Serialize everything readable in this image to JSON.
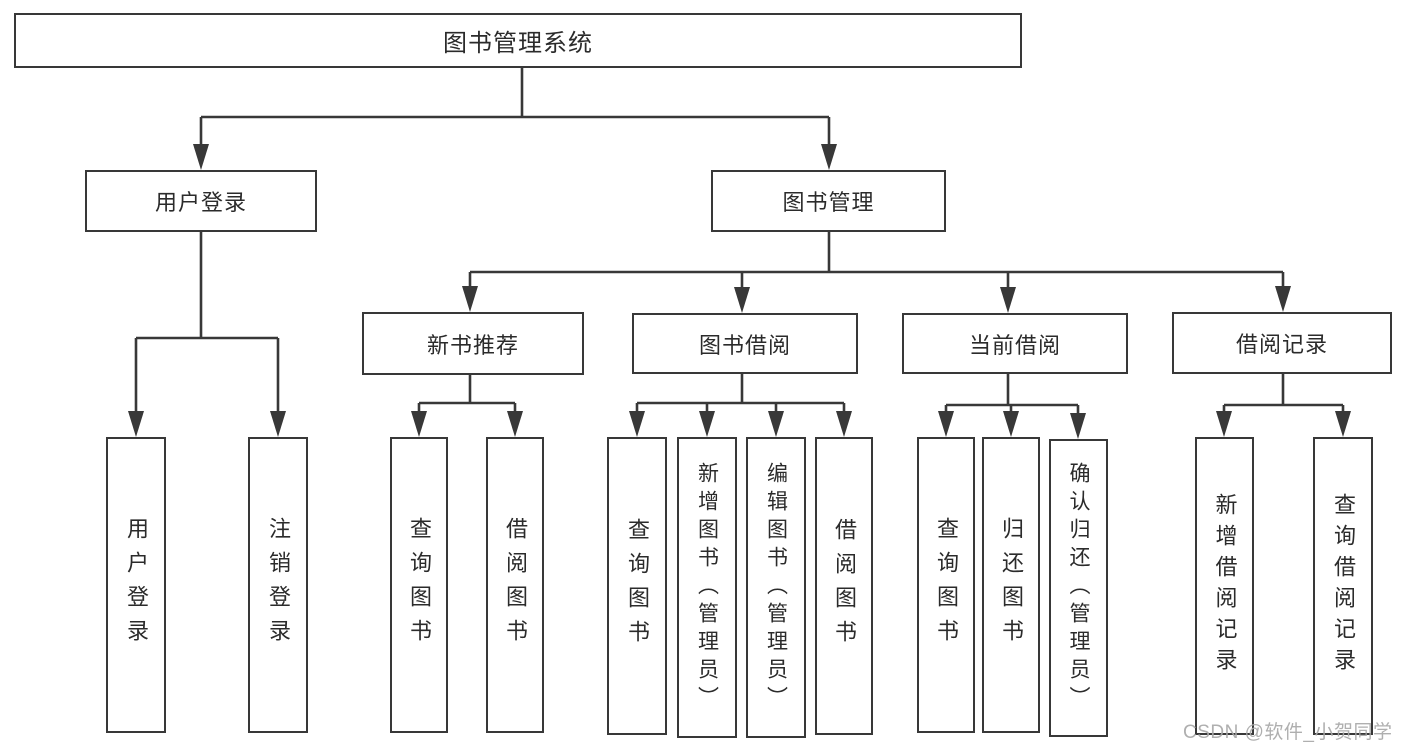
{
  "diagram": {
    "title": "图书管理系统",
    "branches": [
      {
        "label": "用户登录",
        "children": [
          {
            "label": "用户登录"
          },
          {
            "label": "注销登录"
          }
        ]
      },
      {
        "label": "图书管理",
        "children": [
          {
            "label": "新书推荐",
            "children": [
              {
                "label": "查询图书"
              },
              {
                "label": "借阅图书"
              }
            ]
          },
          {
            "label": "图书借阅",
            "children": [
              {
                "label": "查询图书"
              },
              {
                "label": "新增图书（管理员）"
              },
              {
                "label": "编辑图书（管理员）"
              },
              {
                "label": "借阅图书"
              }
            ]
          },
          {
            "label": "当前借阅",
            "children": [
              {
                "label": "查询图书"
              },
              {
                "label": "归还图书"
              },
              {
                "label": "确认归还（管理员）"
              }
            ]
          },
          {
            "label": "借阅记录",
            "children": [
              {
                "label": "新增借阅记录"
              },
              {
                "label": "查询借阅记录"
              }
            ]
          }
        ]
      }
    ]
  },
  "watermark": {
    "text": "CSDN @软件_小贺同学"
  },
  "colors": {
    "line": "#383838",
    "box_border": "#383838",
    "text": "#2b2b2b",
    "watermark": "#a8a8a8",
    "background": "#ffffff"
  }
}
